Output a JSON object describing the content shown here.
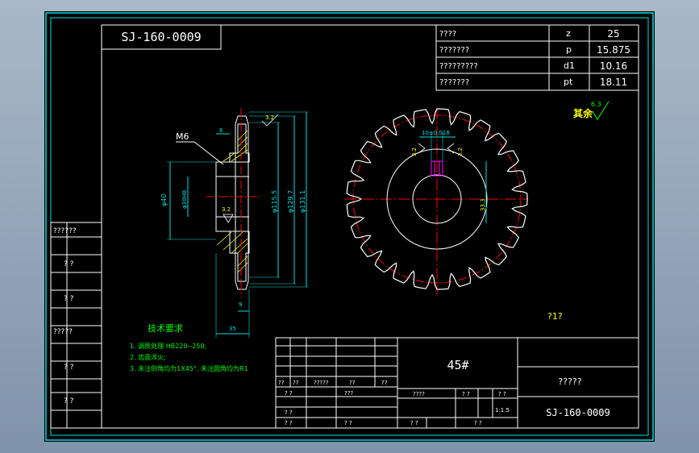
{
  "drawing_number_mirrored": "SJ-160-0009",
  "params": [
    {
      "label": "????",
      "value": "z",
      "num": "25"
    },
    {
      "label": "???????",
      "value": "p",
      "num": "15.875"
    },
    {
      "label": "?????????",
      "value": "d1",
      "num": "10.16"
    },
    {
      "label": "???????",
      "value": "pt",
      "num": "18.11"
    }
  ],
  "roughness_label": "其余",
  "roughness_value": "6.3",
  "side_view": {
    "thread_label": "M6",
    "dim_6": "6",
    "dim_phi40": "φ40",
    "dim_bore": "φ30H8",
    "dim_115": "φ115.5",
    "dim_129": "φ129.7",
    "dim_131": "φ131.1",
    "dim_35": "35",
    "dim_9": "9",
    "rough_32a": "3.2",
    "rough_32b": "3.2"
  },
  "front_view": {
    "key_width": "10±0.018",
    "key_depth": "33.3",
    "rough_left": "3.2",
    "rough_right": "3.2"
  },
  "tech_title": "技术要求",
  "tech_notes": [
    "1. 调质处理 HB220--250;",
    "2. 齿面淬火;",
    "3. 未注倒角均为1X45°, 未注圆角均为R1"
  ],
  "scale_note": "?1?",
  "left_panel": [
    "??????",
    "? ?",
    "? ?",
    "?????",
    "? ?",
    "? ?"
  ],
  "title_block": {
    "material": "45#",
    "name": "?????",
    "drawing_no": "SJ-160-0009",
    "scale": "1:1.5",
    "row_labels": [
      "??",
      "??",
      "?????",
      "??",
      "??"
    ],
    "cells": [
      "? ?",
      "???",
      "????",
      "? ?",
      "? ?",
      "? ?",
      "? ?",
      "? ?",
      "? ?",
      "? ?"
    ]
  },
  "colors": {
    "frame": "#ffffff",
    "line": "#ffffff",
    "dim": "#00e0e0",
    "text": "#00ff00",
    "center": "#ff0000",
    "yellow": "#ffff00",
    "magenta": "#ff00ff"
  }
}
